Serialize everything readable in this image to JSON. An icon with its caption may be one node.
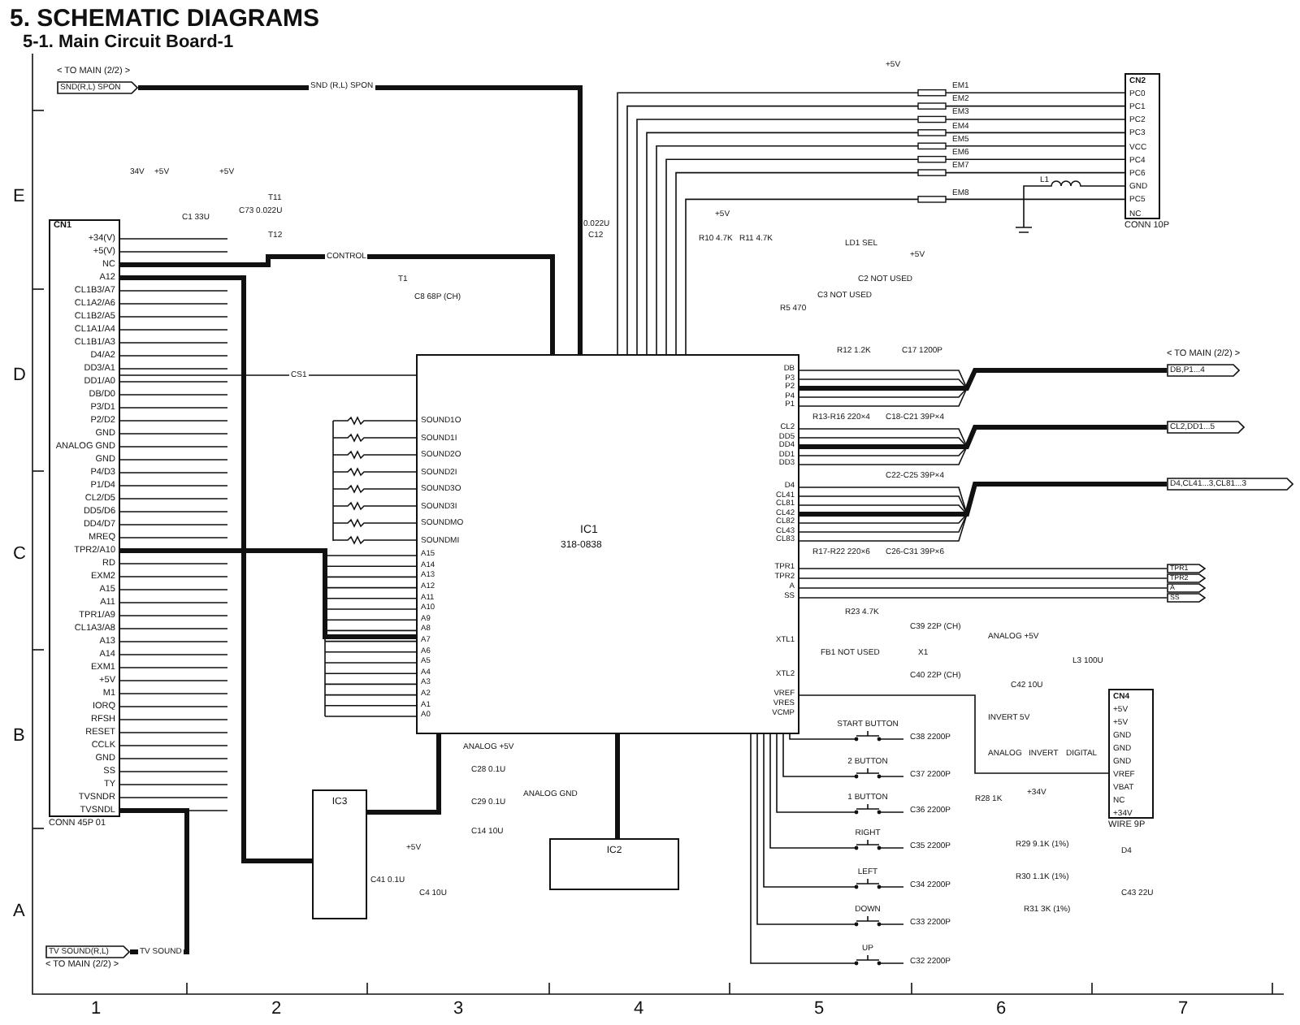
{
  "diagram": {
    "title": "5. SCHEMATIC DIAGRAMS",
    "nodes": [
      {
        "text": [
          "CN1",
          "+34(V)",
          "+5(V)",
          "NC",
          "A12",
          "CL1B3/A7",
          "CL1A2/A6",
          "CL1B2/A5",
          "CL1A1/A4",
          "CL1B1/A3",
          "D4/A2",
          "DD3/A1",
          "DD1/A0",
          "DB/D0",
          "P3/D1",
          "P2/D2",
          "GND",
          "ANALOG GND",
          "GND",
          "P4/D3",
          "P1/D4",
          "CL2/D5",
          "DD5/D6",
          "DD4/D7",
          "MREQ",
          "TPR2/A10",
          "RD",
          "EXM2",
          "A15",
          "A11",
          "TPR1/A9",
          "CL1A3/A8",
          "A13",
          "A14",
          "EXM1",
          "+5V",
          "M1",
          "IORQ",
          "RFSH",
          "RESET",
          "CCLK",
          "GND",
          "SS",
          "TY",
          "TVSNDR",
          "TVSNDL"
        ],
        "beside": [
          "CONN 45P 01"
        ]
      },
      {
        "text": [
          "IC1",
          "318-0838",
          "SOUND1O",
          "SOUND1I",
          "SOUND2O",
          "SOUND2I",
          "SOUND3O",
          "SOUND3I",
          "SOUNDMO",
          "SOUNDMI",
          "A15",
          "A14",
          "A13",
          "A12",
          "A11",
          "A10",
          "A9",
          "A8",
          "A7",
          "A6",
          "A5",
          "A4",
          "A3",
          "A2",
          "A1",
          "A0",
          "DB",
          "P3",
          "P2",
          "P4",
          "P1",
          "CL2",
          "DD5",
          "DD4",
          "DD1",
          "DD3",
          "D4",
          "CL41",
          "CL81",
          "CL42",
          "CL82",
          "CL43",
          "CL83",
          "TPR1",
          "TPR2",
          "A",
          "SS",
          "XTL1",
          "XTL2",
          "VREF",
          "VRES",
          "VCMP"
        ]
      },
      {
        "text": [
          "IC3"
        ]
      },
      {
        "text": [
          "IC2"
        ]
      },
      {
        "text": [
          "CN2",
          "PC0",
          "PC1",
          "PC2",
          "PC3",
          "VCC",
          "PC4",
          "PC6",
          "GND",
          "PC5",
          "NC"
        ],
        "beside": [
          "CONN 10P"
        ]
      },
      {
        "text": [
          "CN4",
          "+5V",
          "+5V",
          "GND",
          "GND",
          "GND",
          "VREF",
          "VBAT",
          "NC",
          "+34V"
        ],
        "beside": [
          "WIRE 9P"
        ]
      },
      {
        "text": [
          "START BUTTON"
        ]
      },
      {
        "text": [
          "2 BUTTON"
        ]
      },
      {
        "text": [
          "1 BUTTON"
        ]
      },
      {
        "text": [
          "RIGHT"
        ]
      },
      {
        "text": [
          "LEFT"
        ]
      },
      {
        "text": [
          "DOWN"
        ]
      },
      {
        "text": [
          "UP"
        ]
      },
      {
        "text": [
          "SND(R,L) SPON"
        ],
        "beside": [
          "< TO MAIN (2/2) >"
        ]
      },
      {
        "text": [
          "DB,P1...4"
        ],
        "beside": [
          "< TO MAIN (2/2) >"
        ]
      },
      {
        "text": [
          "CL2,DD1...5"
        ]
      },
      {
        "text": [
          "D4,CL41...3,CL81...3"
        ]
      },
      {
        "text": [
          "TPR1"
        ]
      },
      {
        "text": [
          "TPR2"
        ]
      },
      {
        "text": [
          "A"
        ]
      },
      {
        "text": [
          "SS"
        ]
      },
      {
        "text": [
          "TV SOUND(R,L)"
        ],
        "beside": [
          "< TO MAIN (2/2) >"
        ]
      }
    ],
    "edges": [
      {
        "from": 0,
        "to": 1,
        "arrow": "none",
        "label": "CONTROL",
        "style": "thick"
      },
      {
        "from": 1,
        "to": 13,
        "arrow": "none",
        "label": "SND (R,L) SPON",
        "style": "thick"
      },
      {
        "from": 0,
        "to": 2,
        "arrow": "none",
        "style": "thick"
      },
      {
        "from": 0,
        "to": 1,
        "arrow": "none",
        "label": "CS1"
      },
      {
        "from": 2,
        "to": 1,
        "arrow": "none",
        "style": "thick"
      },
      {
        "from": 0,
        "to": 1,
        "arrow": "none",
        "style": "thick"
      },
      {
        "from": 1,
        "to": 3,
        "arrow": "none",
        "style": "thick"
      },
      {
        "from": 1,
        "to": 14,
        "arrow": "none",
        "style": "thick"
      },
      {
        "from": 1,
        "to": 15,
        "arrow": "none",
        "style": "thick"
      },
      {
        "from": 1,
        "to": 16,
        "arrow": "none",
        "style": "thick"
      },
      {
        "from": 1,
        "to": 17,
        "arrow": "none"
      },
      {
        "from": 1,
        "to": 18,
        "arrow": "none"
      },
      {
        "from": 1,
        "to": 19,
        "arrow": "none"
      },
      {
        "from": 1,
        "to": 20,
        "arrow": "none"
      },
      {
        "from": 1,
        "to": 4,
        "arrow": "none"
      },
      {
        "from": 1,
        "to": 4,
        "arrow": "none"
      },
      {
        "from": 1,
        "to": 4,
        "arrow": "none"
      },
      {
        "from": 1,
        "to": 4,
        "arrow": "none"
      },
      {
        "from": 1,
        "to": 4,
        "arrow": "none"
      },
      {
        "from": 1,
        "to": 4,
        "arrow": "none"
      },
      {
        "from": 1,
        "to": 4,
        "arrow": "none"
      },
      {
        "from": 1,
        "to": 4,
        "arrow": "none"
      },
      {
        "from": 1,
        "to": 6,
        "arrow": "none"
      },
      {
        "from": 1,
        "to": 7,
        "arrow": "none"
      },
      {
        "from": 1,
        "to": 8,
        "arrow": "none"
      },
      {
        "from": 1,
        "to": 9,
        "arrow": "none"
      },
      {
        "from": 1,
        "to": 10,
        "arrow": "none"
      },
      {
        "from": 1,
        "to": 11,
        "arrow": "none"
      },
      {
        "from": 1,
        "to": 12,
        "arrow": "none"
      },
      {
        "from": 1,
        "to": 5,
        "arrow": "none"
      },
      {
        "from": 0,
        "to": 21,
        "arrow": "none",
        "label": "TV SOUND",
        "style": "thick"
      }
    ],
    "labels": [
      "5-1. Main Circuit Board-1",
      "E",
      "D",
      "C",
      "B",
      "A",
      "1",
      "2",
      "3",
      "4",
      "5",
      "6",
      "7",
      "34V",
      "+5V",
      "C1 33U",
      "+5V",
      "C73 0.022U",
      "T11",
      "T12",
      "T1",
      "C8 68P (CH)",
      "0.022U",
      "C12",
      "+5V",
      "+5V",
      "R10 4.7K",
      "R11 4.7K",
      "LD1 SEL",
      "+5V",
      "C2 NOT USED",
      "C3 NOT USED",
      "R5 470",
      "L1",
      "R12 1.2K",
      "C17 1200P",
      "R13-R16 220×4",
      "C18-C21 39P×4",
      "C22-C25 39P×4",
      "R17-R22 220×6",
      "C26-C31 39P×6",
      "R23 4.7K",
      "C39 22P (CH)",
      "FB1 NOT USED",
      "X1",
      "C40 22P (CH)",
      "ANALOG +5V",
      "L3 100U",
      "C42 10U",
      "INVERT 5V",
      "ANALOG",
      "INVERT",
      "DIGITAL",
      "R28 1K",
      "+34V",
      "D4",
      "R29 9.1K (1%)",
      "R30 1.1K (1%)",
      "R31 3K (1%)",
      "C43 22U",
      "C38 2200P",
      "C37 2200P",
      "C36 2200P",
      "C35 2200P",
      "C34 2200P",
      "C33 2200P",
      "C32 2200P",
      "ANALOG +5V",
      "ANALOG GND",
      "C28 0.1U",
      "C29 0.1U",
      "C14 10U",
      "+5V",
      "C41 0.1U",
      "C4 10U",
      "EM1",
      "EM2",
      "EM3",
      "EM4",
      "EM5",
      "EM6",
      "EM7",
      "EM8"
    ]
  }
}
